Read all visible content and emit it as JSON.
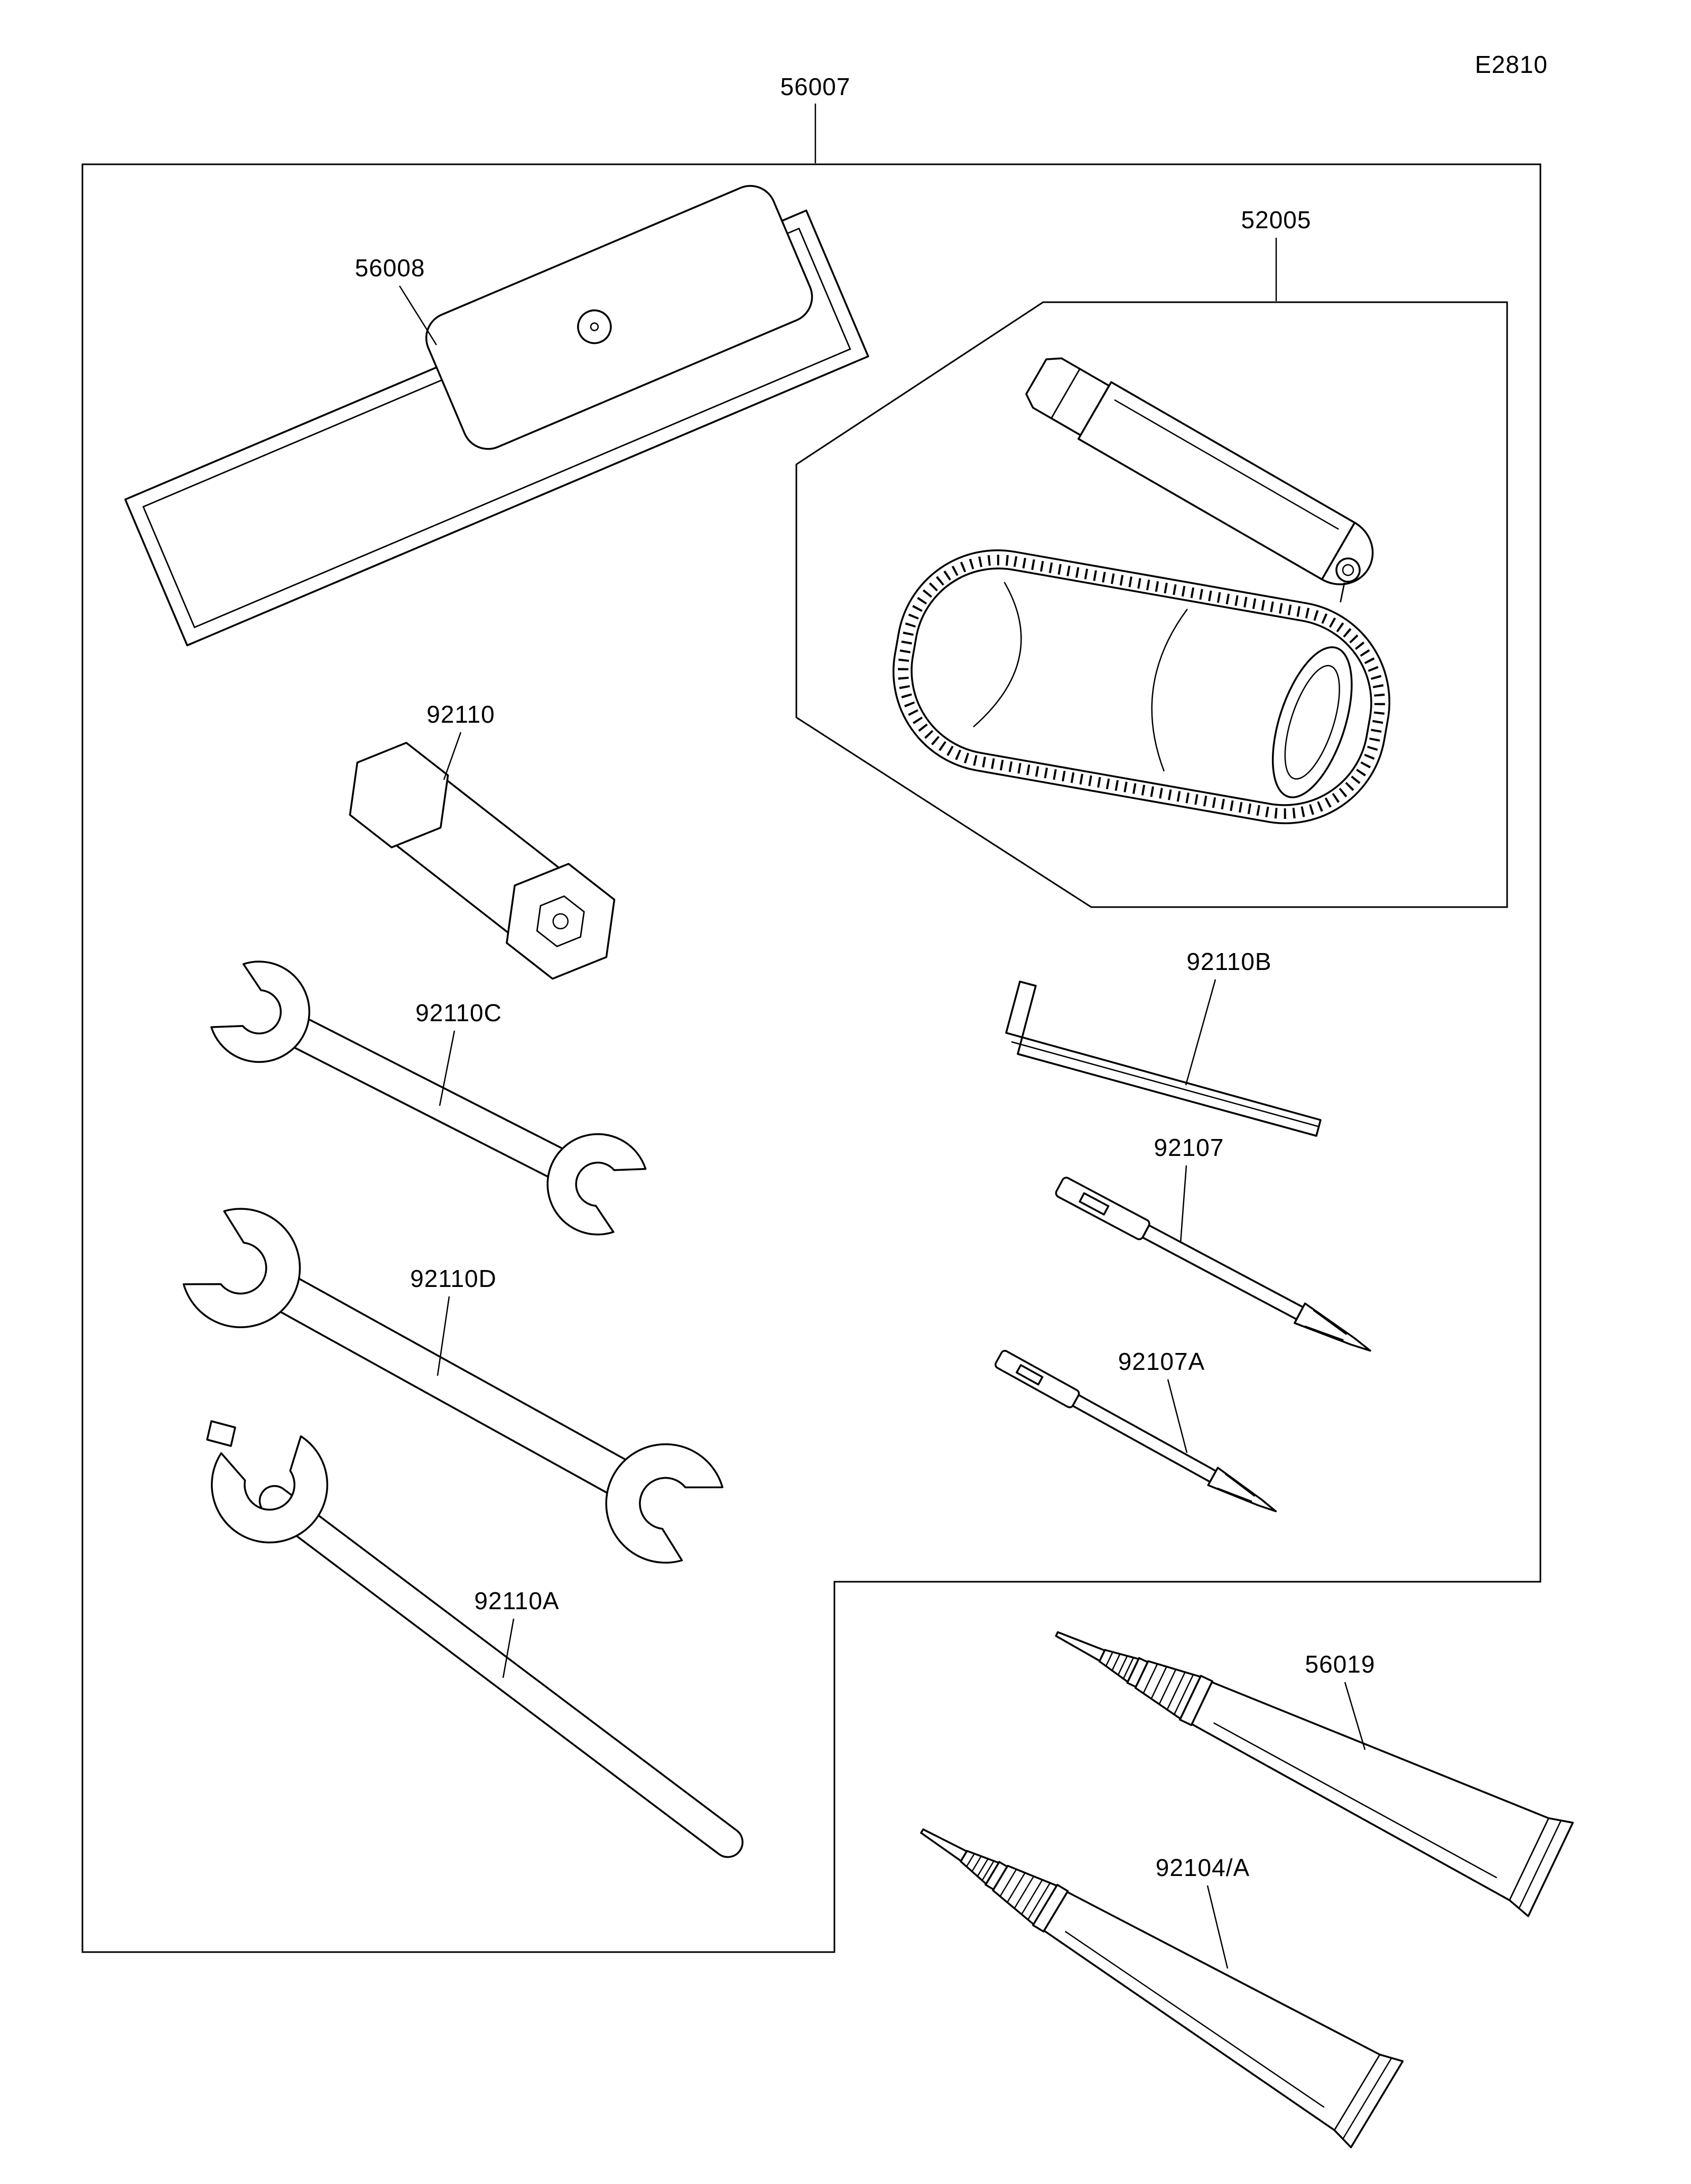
{
  "page": {
    "code": "E2810",
    "background": "#ffffff",
    "line_color": "#000000"
  },
  "assembly": {
    "label": "56007",
    "name": "owners-tool-kit"
  },
  "parts": [
    {
      "label": "56008",
      "name": "tool-pouch"
    },
    {
      "label": "52005",
      "name": "tool-bag-kit"
    },
    {
      "label": "92110",
      "name": "socket-wrench"
    },
    {
      "label": "92110C",
      "name": "open-end-wrench-small"
    },
    {
      "label": "92110D",
      "name": "open-end-wrench-large"
    },
    {
      "label": "92110A",
      "name": "hook-spanner"
    },
    {
      "label": "92110B",
      "name": "hex-key"
    },
    {
      "label": "92107",
      "name": "phillips-screwdriver"
    },
    {
      "label": "92107A",
      "name": "phillips-screwdriver-small"
    },
    {
      "label": "56019",
      "name": "sealant-tube"
    },
    {
      "label": "92104/A",
      "name": "grease-tube"
    }
  ]
}
